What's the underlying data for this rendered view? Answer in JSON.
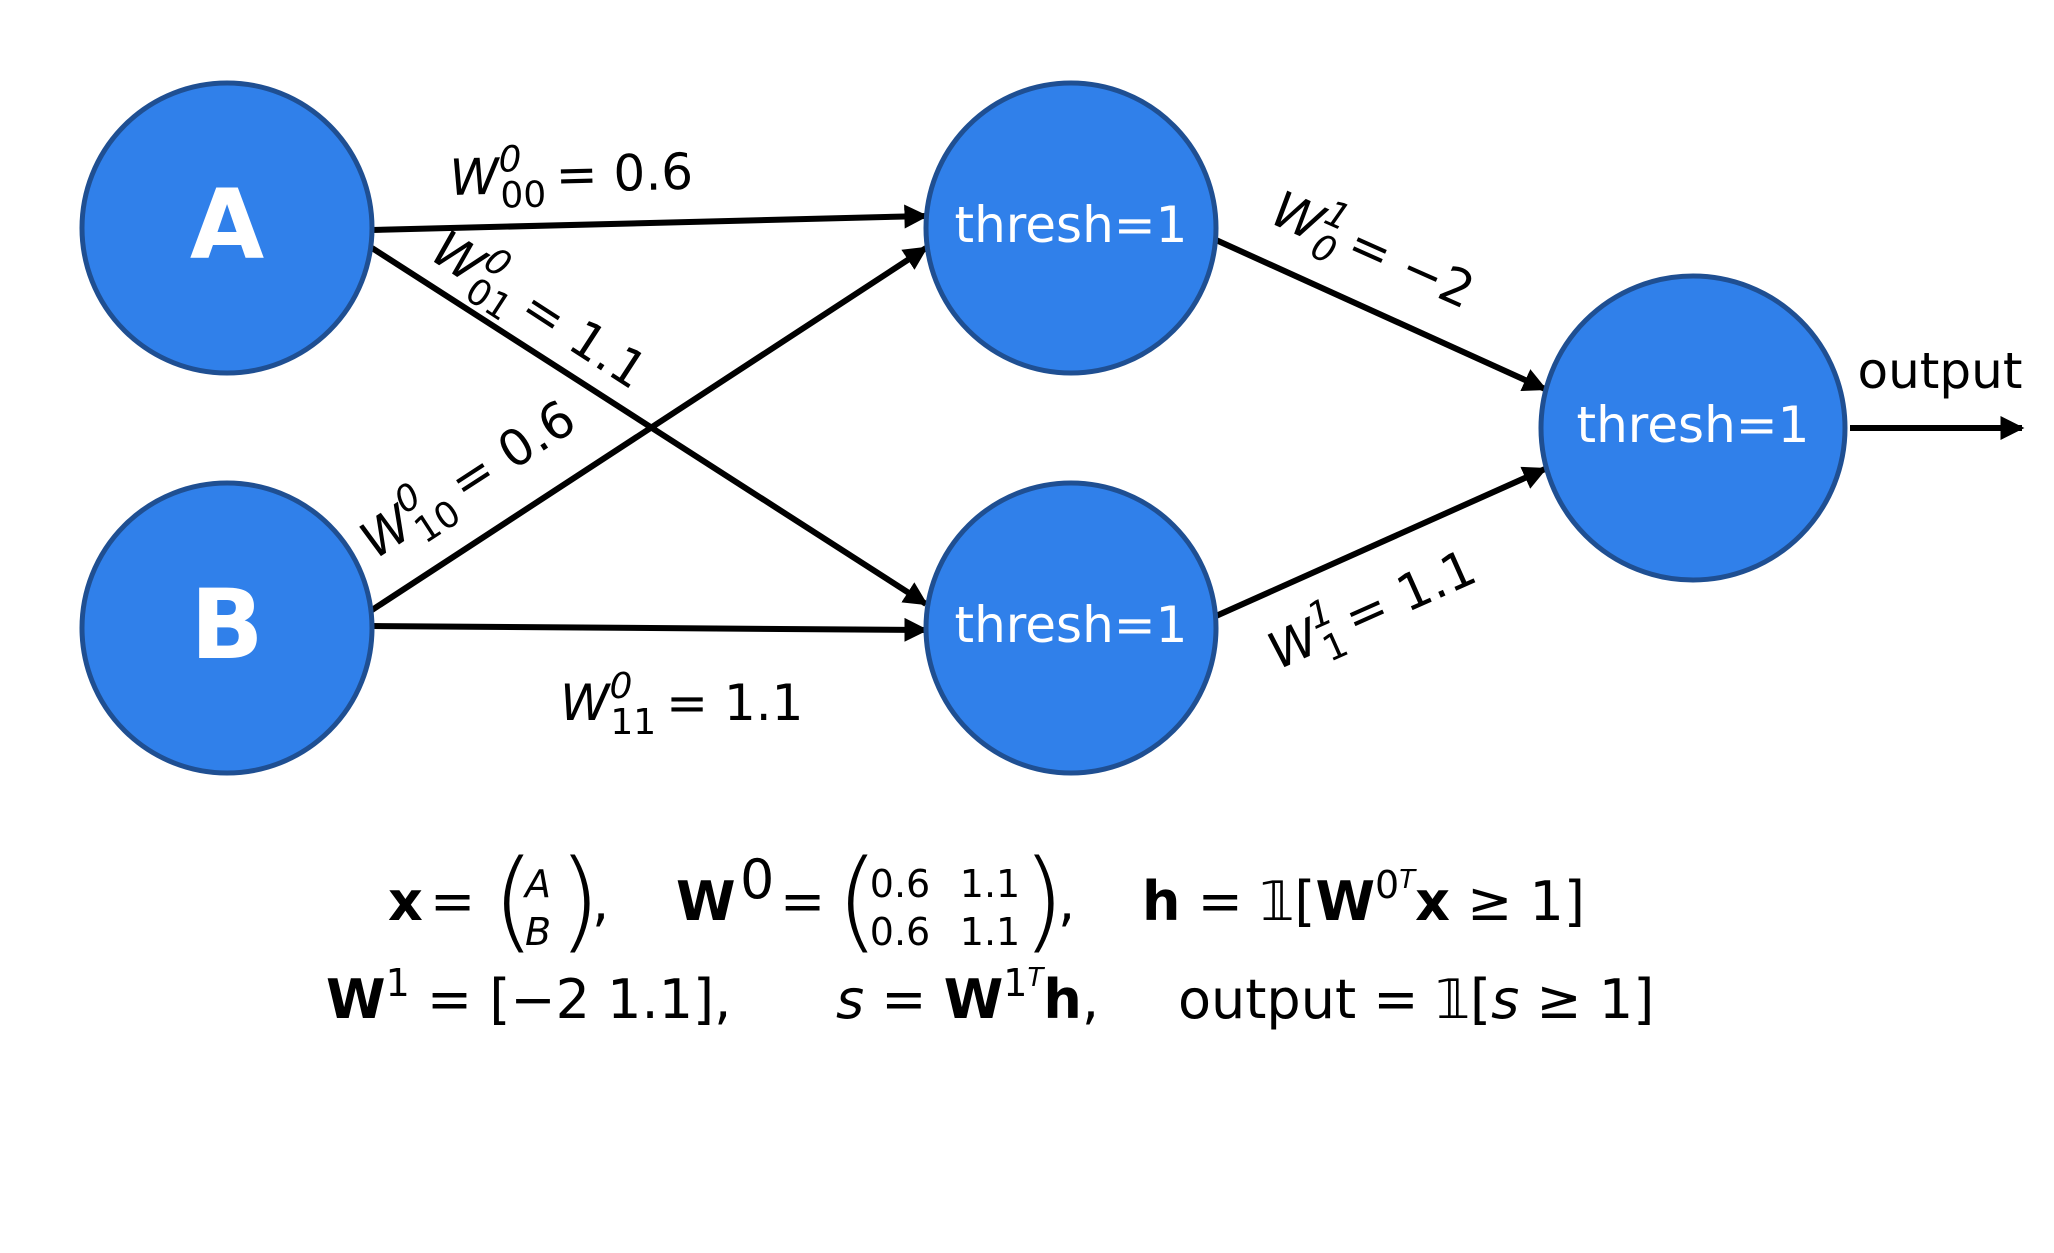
{
  "colors": {
    "node_fill": "#3080ea",
    "node_stroke": "#1f4f92",
    "edge": "#000000",
    "node_text": "#ffffff"
  },
  "nodes": {
    "input_a": "A",
    "input_b": "B",
    "hidden_0": "thresh=1",
    "hidden_1": "thresh=1",
    "output_node": "thresh=1"
  },
  "output_label": "output",
  "edges": {
    "w00": {
      "sym": "W",
      "sup": "0",
      "sub": "00",
      "rhs": "= 0.6"
    },
    "w01": {
      "sym": "W",
      "sup": "0",
      "sub": "01",
      "rhs": "= 1.1"
    },
    "w10": {
      "sym": "W",
      "sup": "0",
      "sub": "10",
      "rhs": "= 0.6"
    },
    "w11": {
      "sym": "W",
      "sup": "0",
      "sub": "11",
      "rhs": "= 1.1"
    },
    "v0": {
      "sym": "W",
      "sup": "1",
      "sub": "0",
      "rhs": "= −2"
    },
    "v1": {
      "sym": "W",
      "sup": "1",
      "sub": "1",
      "rhs": "= 1.1"
    }
  },
  "equations": {
    "x_sym": "x",
    "x_top": "A",
    "x_bottom": "B",
    "w0_sym": "W",
    "w0_sup": "0",
    "w0_r1c1": "0.6",
    "w0_r1c2": "1.1",
    "w0_r2c1": "0.6",
    "w0_r2c2": "1.1",
    "h_lhs": "h",
    "h_ind": "𝟙[",
    "h_w": "W",
    "h_sup0": "0",
    "h_supT": "T",
    "h_x": "x",
    "h_ge": " ≥ 1]",
    "w1_sym": "W",
    "w1_sup": "1",
    "w1_rhs": " = [−2   1.1],",
    "s_lhs": "s",
    "s_w": "W",
    "s_sup1": "1",
    "s_supT": "T",
    "s_h": "h",
    "out_lhs": "output",
    "out_rhs": " = 𝟙[",
    "out_s": "s",
    "out_ge": " ≥ 1]"
  }
}
